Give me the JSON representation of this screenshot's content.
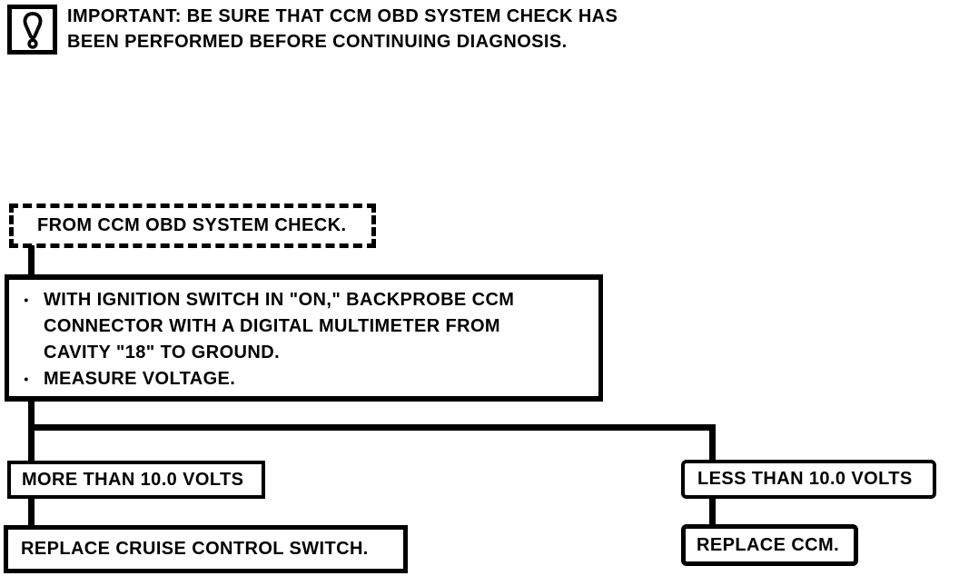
{
  "colors": {
    "ink": "#000000",
    "paper": "#ffffff"
  },
  "notice": {
    "icon": "exclamation-icon",
    "lines": [
      "IMPORTANT: BE SURE THAT CCM OBD SYSTEM CHECK HAS",
      "BEEN PERFORMED BEFORE CONTINUING DIAGNOSIS."
    ]
  },
  "flowchart": {
    "start": {
      "label": "FROM CCM OBD SYSTEM CHECK."
    },
    "action": {
      "bullet_char": "•",
      "bullets": [
        {
          "lines": [
            "WITH IGNITION SWITCH IN \"ON,\" BACKPROBE CCM",
            "CONNECTOR WITH A DIGITAL MULTIMETER FROM",
            "CAVITY \"18\" TO GROUND."
          ]
        },
        {
          "lines": [
            "MEASURE VOLTAGE."
          ]
        }
      ]
    },
    "branches": {
      "left": {
        "condition": "MORE THAN 10.0 VOLTS",
        "result": "REPLACE CRUISE CONTROL SWITCH."
      },
      "right": {
        "condition": "LESS THAN 10.0 VOLTS",
        "result": "REPLACE CCM."
      }
    }
  }
}
